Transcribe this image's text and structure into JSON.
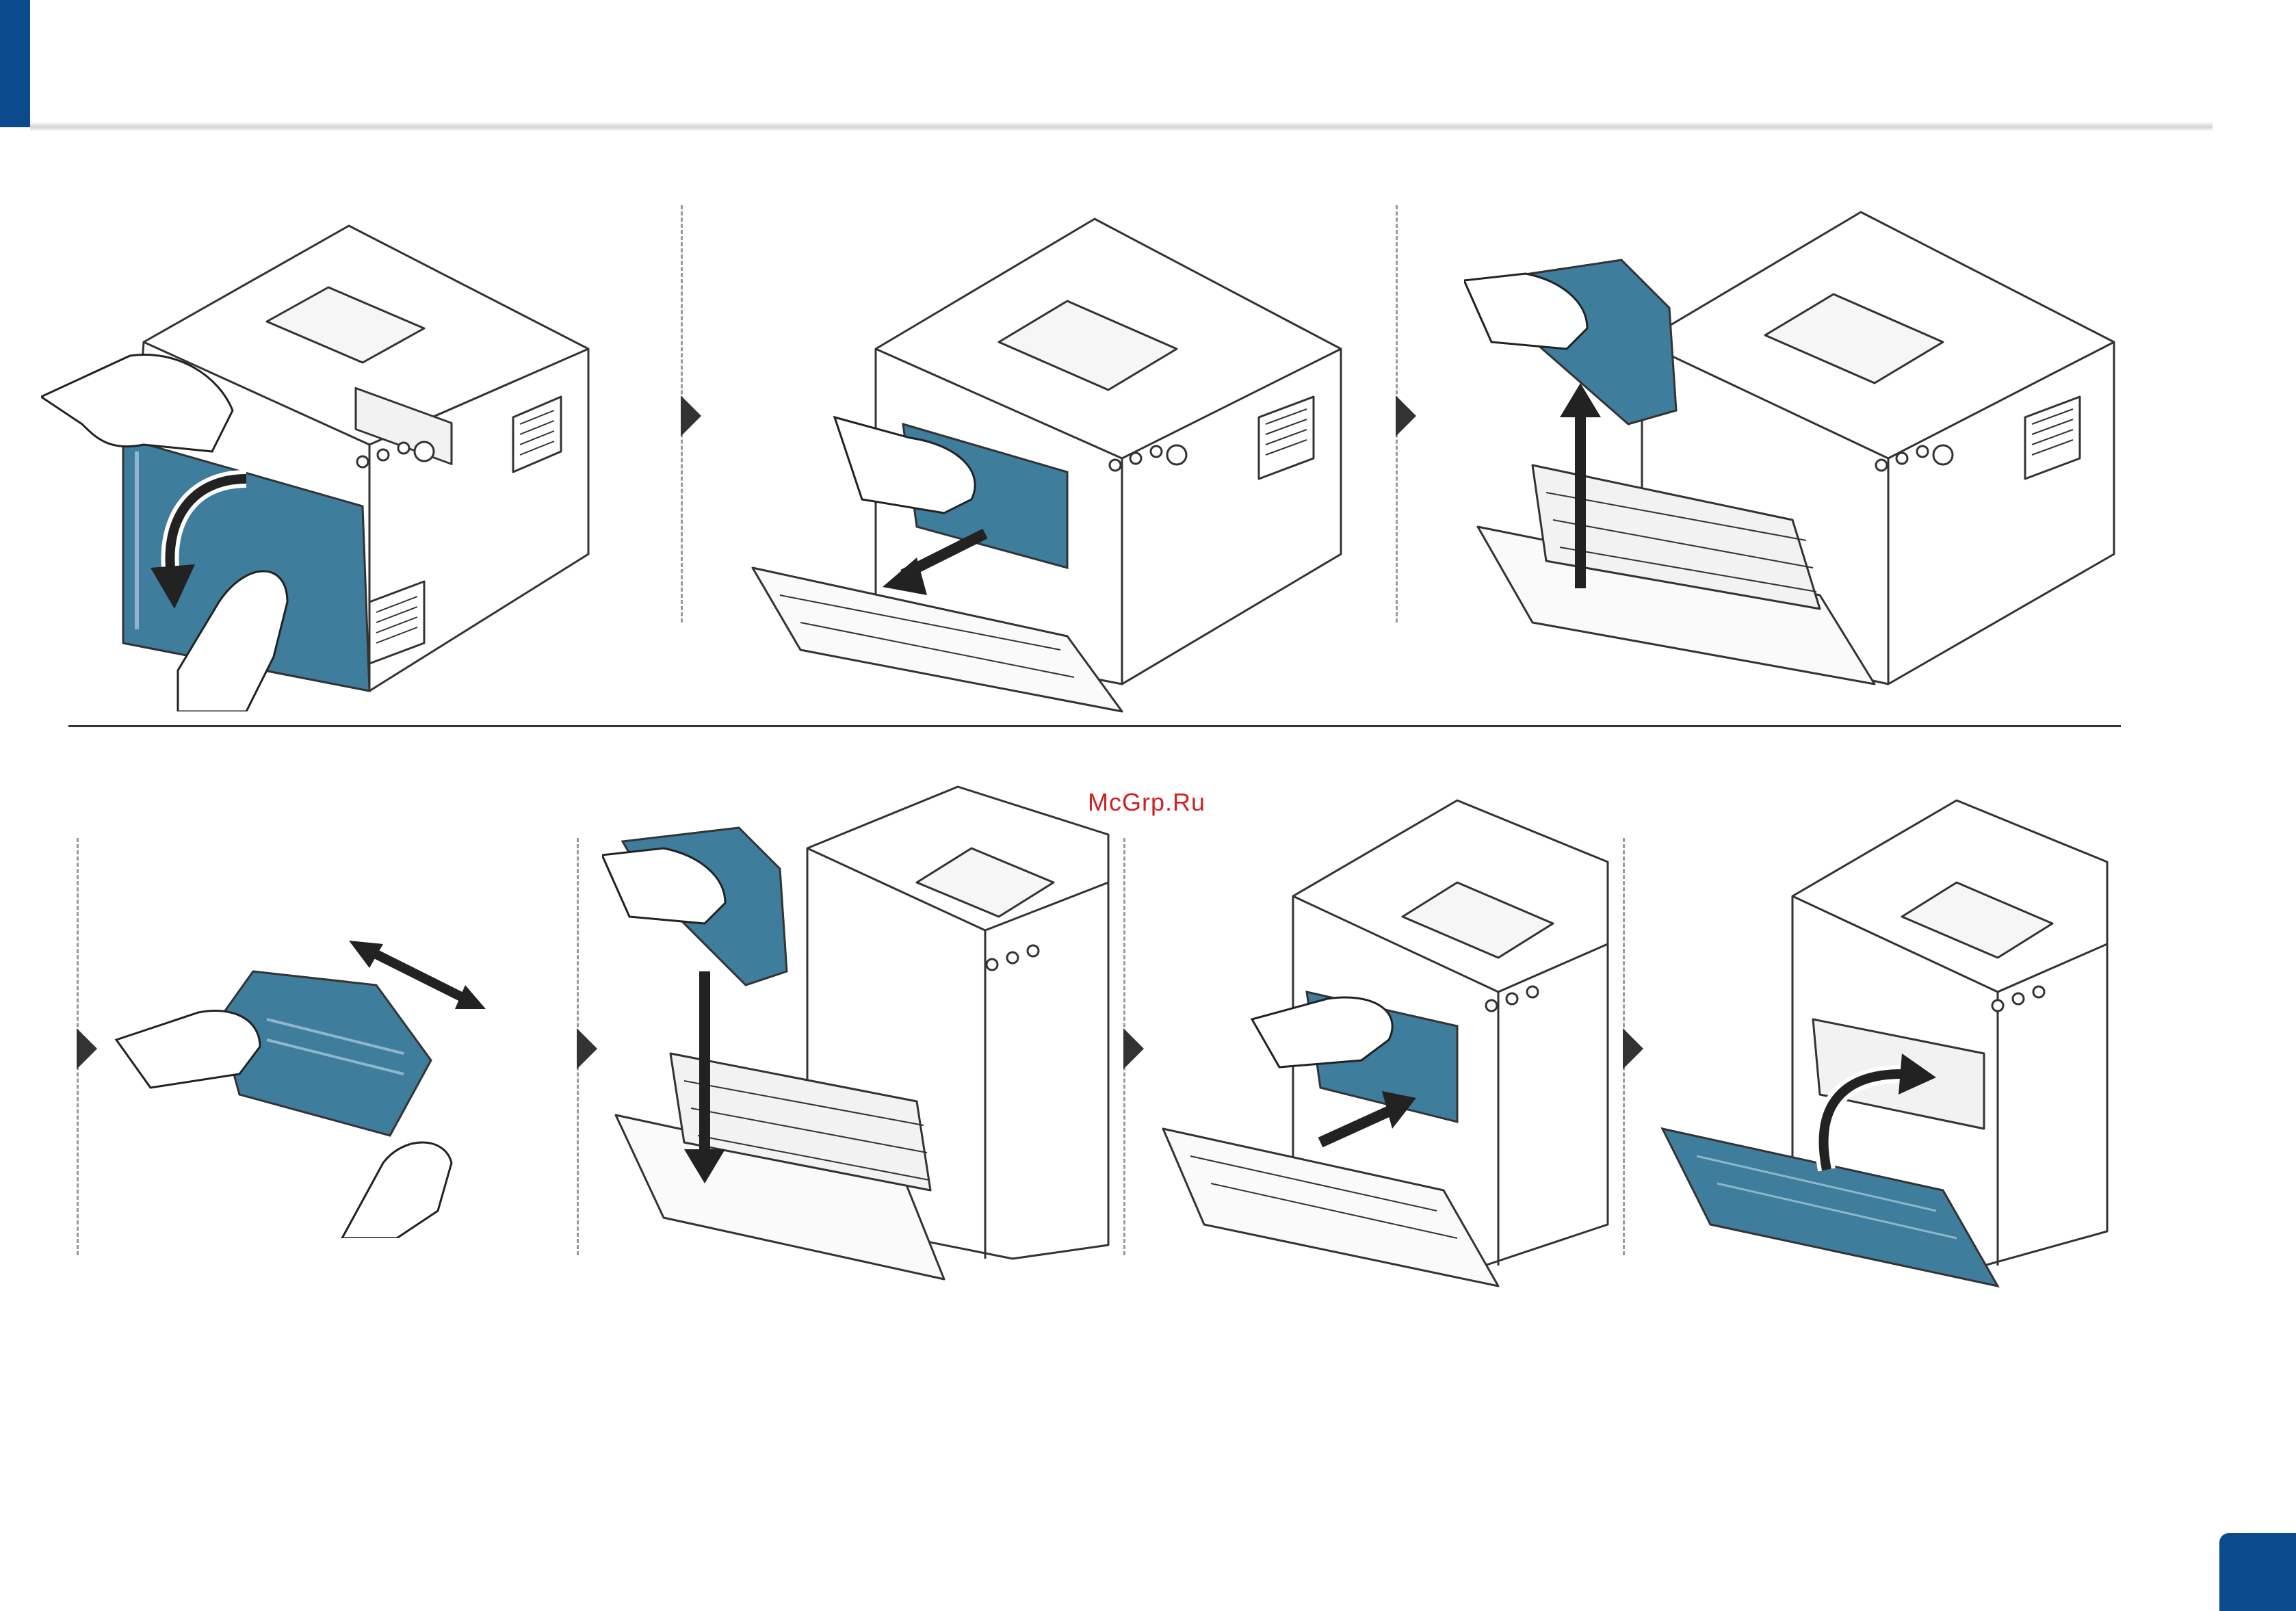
{
  "watermark": {
    "text": "McGrp.Ru"
  },
  "colors": {
    "brand_blue": "#0b4a8c",
    "part_blue": "#3f7d9c",
    "watermark_red": "#cc2222"
  },
  "steps": [
    {
      "id": 1,
      "icon": "open-front-cover"
    },
    {
      "id": 2,
      "icon": "pull-out-waste-toner-container"
    },
    {
      "id": 3,
      "icon": "lift-out-toner-cartridge"
    },
    {
      "id": 4,
      "icon": "shake-toner-cartridge"
    },
    {
      "id": 5,
      "icon": "insert-toner-cartridge"
    },
    {
      "id": 6,
      "icon": "push-in-waste-toner-container"
    },
    {
      "id": 7,
      "icon": "close-front-cover"
    }
  ]
}
